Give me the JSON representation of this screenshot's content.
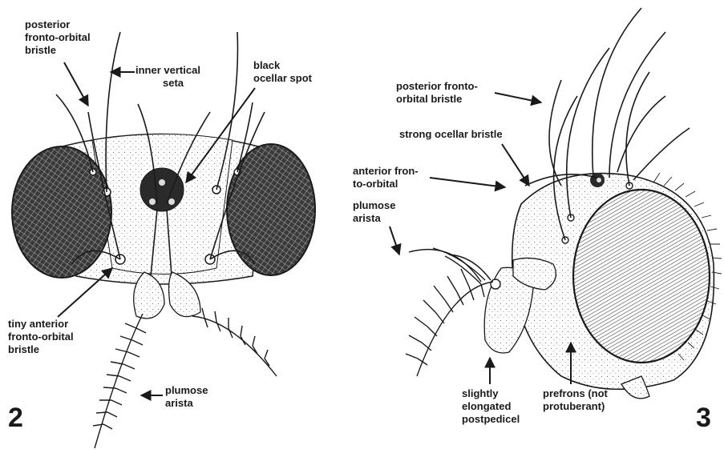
{
  "figure_left": {
    "number": "2",
    "labels": {
      "posterior_fronto_orbital": [
        "posterior",
        "fronto-orbital",
        "bristle"
      ],
      "inner_vertical_seta": [
        "inner vertical",
        "seta"
      ],
      "black_ocellar_spot": [
        "black",
        "ocellar spot"
      ],
      "tiny_anterior_fronto_orbital": [
        "tiny anterior",
        "fronto-orbital",
        "bristle"
      ],
      "plumose_arista": [
        "plumose",
        "arista"
      ]
    }
  },
  "figure_right": {
    "number": "3",
    "labels": {
      "posterior_fronto_orbital": [
        "posterior fronto-",
        "orbital bristle"
      ],
      "strong_ocellar_bristle": [
        "strong ocellar bristle"
      ],
      "anterior_fronto_orbital": [
        "anterior fron-",
        "to-orbital"
      ],
      "plumose_arista": [
        "plumose",
        "arista"
      ],
      "postpedicel": [
        "slightly",
        "elongated",
        "postpedicel"
      ],
      "prefrons": [
        "prefrons (not",
        "protuberant)"
      ]
    }
  },
  "colors": {
    "ink": "#1a1a1a",
    "paper": "#ffffff"
  }
}
